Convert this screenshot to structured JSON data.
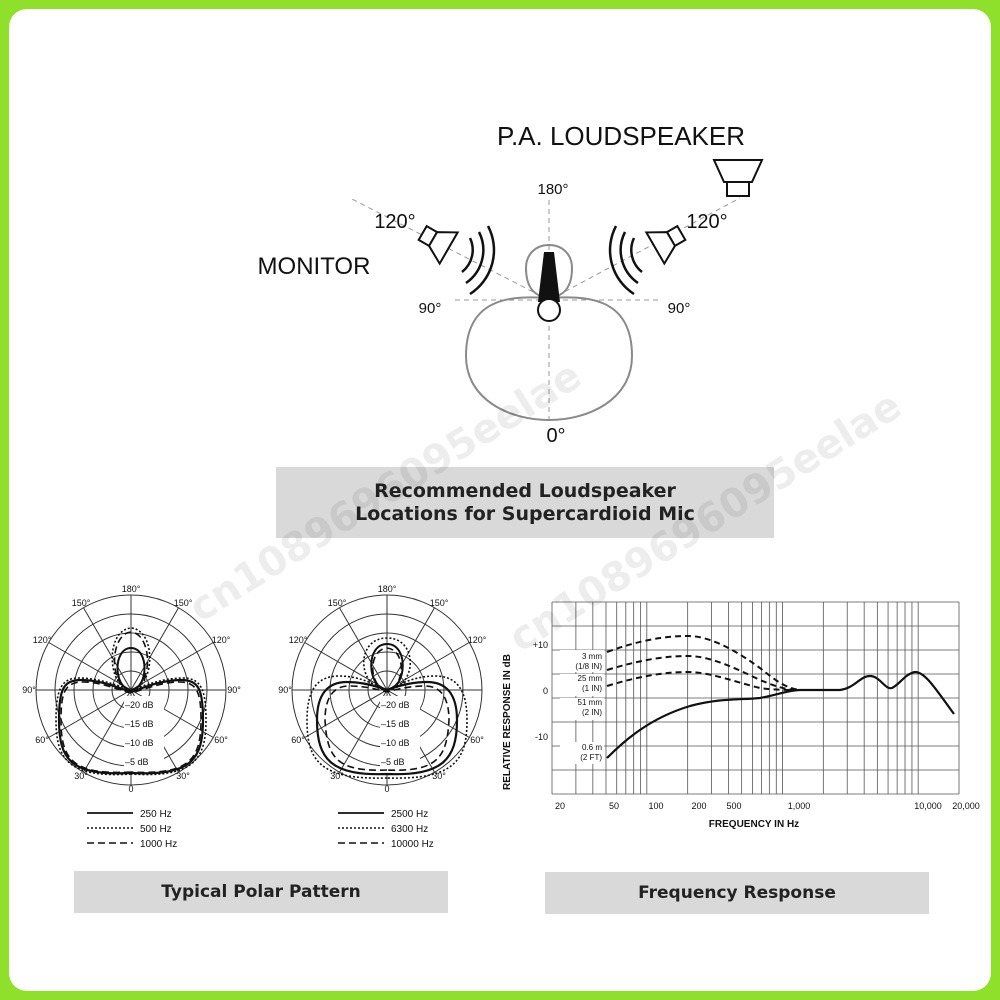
{
  "top": {
    "pa_label": "P.A. LOUDSPEAKER",
    "monitor_label": "MONITOR",
    "angle_180": "180°",
    "angle_120_left": "120°",
    "angle_120_right": "120°",
    "angle_90_left": "90°",
    "angle_90_right": "90°",
    "angle_0": "0°",
    "caption_line1": "Recommended Loudspeaker",
    "caption_line2": "Locations for Supercardioid Mic"
  },
  "polar_left": {
    "angles": {
      "a180": "180°",
      "a150l": "150°",
      "a150r": "150°",
      "a120l": "120°",
      "a120r": "120°",
      "a90l": "90°",
      "a90r": "90°",
      "a60l": "60°",
      "a60r": "60°",
      "a30l": "30°",
      "a30r": "30°",
      "a0": "0"
    },
    "rings": [
      "–20 dB",
      "–15 dB",
      "–10 dB",
      "–5 dB"
    ],
    "legend": [
      "250 Hz",
      "500 Hz",
      "1000 Hz"
    ]
  },
  "polar_right": {
    "angles": {
      "a180": "180°",
      "a150l": "150°",
      "a150r": "150°",
      "a120l": "120°",
      "a120r": "120°",
      "a90l": "90°",
      "a60l": "60°",
      "a60r": "60°",
      "a30l": "30°",
      "a30r": "30°",
      "a0": "0"
    },
    "rings": [
      "–20 dB",
      "–15 dB",
      "–10 dB",
      "–5 dB"
    ],
    "legend": [
      "2500 Hz",
      "6300 Hz",
      "10000 Hz"
    ]
  },
  "polar_caption": "Typical Polar Pattern",
  "freq": {
    "ylabel": "RELATIVE RESPONSE IN dB",
    "xlabel": "FREQUENCY IN Hz",
    "yticks": [
      "+10",
      "0",
      "-10"
    ],
    "xticks": [
      "20",
      "50",
      "100",
      "200",
      "500",
      "1,000",
      "10,000",
      "20,000"
    ],
    "curve_labels": [
      {
        "l1": "3 mm",
        "l2": "(1/8 IN)"
      },
      {
        "l1": "25 mm",
        "l2": "(1 IN)"
      },
      {
        "l1": "51 mm",
        "l2": "(2 IN)"
      },
      {
        "l1": "0.6 m",
        "l2": "(2 FT)"
      }
    ],
    "caption": "Frequency Response"
  },
  "watermark": "cn1089696095eelae",
  "colors": {
    "border": "#8ee02a",
    "banner": "#d9d9d9",
    "pattern": "#8a8a8a"
  }
}
